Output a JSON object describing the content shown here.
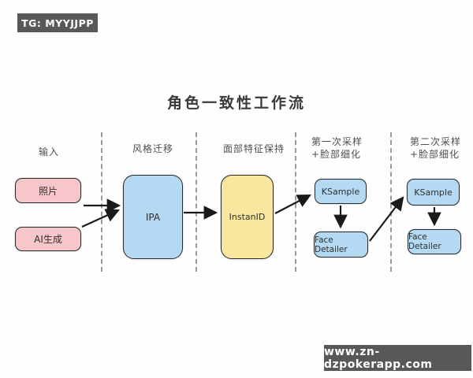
{
  "badges": {
    "top_left": "TG: MYYJJPP",
    "bottom_right": "www.zn-dzpokerapp.com"
  },
  "title": "角色一致性工作流",
  "columns": [
    {
      "id": "input",
      "lines": [
        "输入"
      ]
    },
    {
      "id": "style-transfer",
      "lines": [
        "风格迁移"
      ]
    },
    {
      "id": "face-feature-keep",
      "lines": [
        "面部特征保持"
      ]
    },
    {
      "id": "first-sampling",
      "lines": [
        "第一次采样",
        "+脸部细化"
      ]
    },
    {
      "id": "second-sampling",
      "lines": [
        "第二次采样",
        "+脸部细化"
      ]
    }
  ],
  "nodes": [
    {
      "id": "photo",
      "label": "照片",
      "fill": "#f7c6ca"
    },
    {
      "id": "ai-generated",
      "label": "AI生成",
      "fill": "#f7c6ca"
    },
    {
      "id": "ipa",
      "label": "IPA",
      "fill": "#b4daf3"
    },
    {
      "id": "instanid",
      "label": "InstanID",
      "fill": "#f9e7a0"
    },
    {
      "id": "ksample-1",
      "label": "KSample",
      "fill": "#b4daf3"
    },
    {
      "id": "face-detailer-1",
      "label": "Face Detailer",
      "fill": "#b4daf3"
    },
    {
      "id": "ksample-2",
      "label": "KSample",
      "fill": "#b4daf3"
    },
    {
      "id": "face-detailer-2",
      "label": "Face Detailer",
      "fill": "#b4daf3"
    }
  ],
  "edges": [
    {
      "from": "photo",
      "to": "ipa"
    },
    {
      "from": "ai-generated",
      "to": "ipa"
    },
    {
      "from": "ipa",
      "to": "instanid"
    },
    {
      "from": "instanid",
      "to": "ksample-1"
    },
    {
      "from": "ksample-1",
      "to": "face-detailer-1"
    },
    {
      "from": "face-detailer-1",
      "to": "ksample-2"
    },
    {
      "from": "ksample-2",
      "to": "face-detailer-2"
    }
  ],
  "colors": {
    "badge_bg": "#58585a",
    "node_pink": "#f7c6ca",
    "node_blue": "#b4daf3",
    "node_yellow": "#f9e7a0",
    "arrow": "#1a1a1a",
    "dashed_line": "#9a9a9a"
  }
}
